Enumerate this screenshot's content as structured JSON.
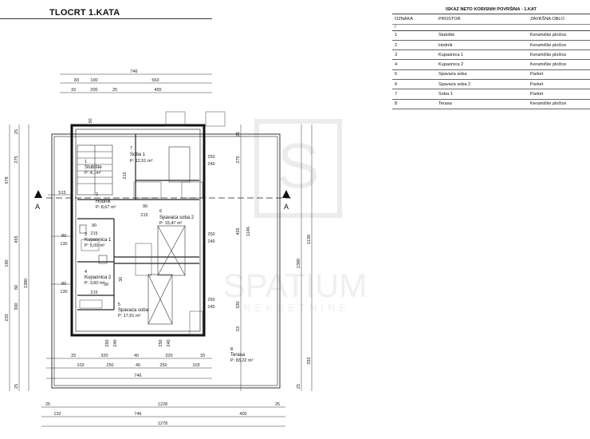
{
  "header": {
    "title": "TLOCRT 1.KATA"
  },
  "section_marker": "A",
  "watermark": {
    "word": "SPATIUM",
    "sub": "NEKRETNINE"
  },
  "rooms": [
    {
      "number": "1",
      "name": "Stubište",
      "area": "P: 4,..m²"
    },
    {
      "number": "2",
      "name": "Hodnik",
      "area": "P: 8,67 m²"
    },
    {
      "number": "3",
      "name": "Kupaonica 1",
      "area": "P: 5,00 m²"
    },
    {
      "number": "4",
      "name": "Kupaonica 2",
      "area": "P: 3,60 m²"
    },
    {
      "number": "5",
      "name": "Spavaća soba",
      "area": "P: 17,61 m²"
    },
    {
      "number": "6",
      "name": "Spavaća soba 2",
      "area": "P: 15,47 m²"
    },
    {
      "number": "7",
      "name": "Soba 1",
      "area": "P: 12,51 m²"
    },
    {
      "number": "8",
      "name": "Terasa",
      "area": "P: 83,22 m²"
    }
  ],
  "dims": {
    "top": [
      "746",
      "83",
      "100",
      "563",
      "33",
      "200",
      "25",
      "455"
    ],
    "bottom": [
      "33",
      "320",
      "40",
      "320",
      "33",
      "103",
      "250",
      "40",
      "250",
      "103",
      "746",
      "25",
      "1228",
      "25",
      "132",
      "746",
      "400",
      "1278"
    ],
    "left": [
      "25",
      "275",
      "578",
      "455",
      "190",
      "80",
      "300",
      "220",
      "25",
      "1380"
    ],
    "right": [
      "25",
      "275",
      "455",
      "1146",
      "1138",
      "1380",
      "330",
      "292",
      "25",
      "53"
    ],
    "inner": [
      "515",
      "90",
      "215",
      "90",
      "80",
      "130",
      "215",
      "80",
      "130",
      "90",
      "215",
      "250",
      "240",
      "250",
      "240",
      "250",
      "240",
      "250",
      "240",
      "250",
      "240",
      "215",
      "30",
      "150"
    ]
  },
  "table": {
    "caption": "ISKAZ NETO KORISNIH POVRŠINA - 1.KAT",
    "headers": [
      "OZNAKA",
      "PROSTOR",
      "ZAVRŠNA OBLO"
    ],
    "marker": "/",
    "rows": [
      [
        "1",
        "Stubište",
        "Keramičke pločice"
      ],
      [
        "2",
        "Hodnik",
        "Keramičke pločice"
      ],
      [
        "3",
        "Kupaonica 1",
        "Keramičke pločice"
      ],
      [
        "4",
        "Kupaonica 2",
        "Keramičke pločice"
      ],
      [
        "5",
        "Spavaća soba",
        "Parket"
      ],
      [
        "6",
        "Spavaća soba 2",
        "Parket"
      ],
      [
        "7",
        "Soba 1",
        "Parket"
      ],
      [
        "8",
        "Terasa",
        "Keramičke pločice"
      ]
    ]
  }
}
